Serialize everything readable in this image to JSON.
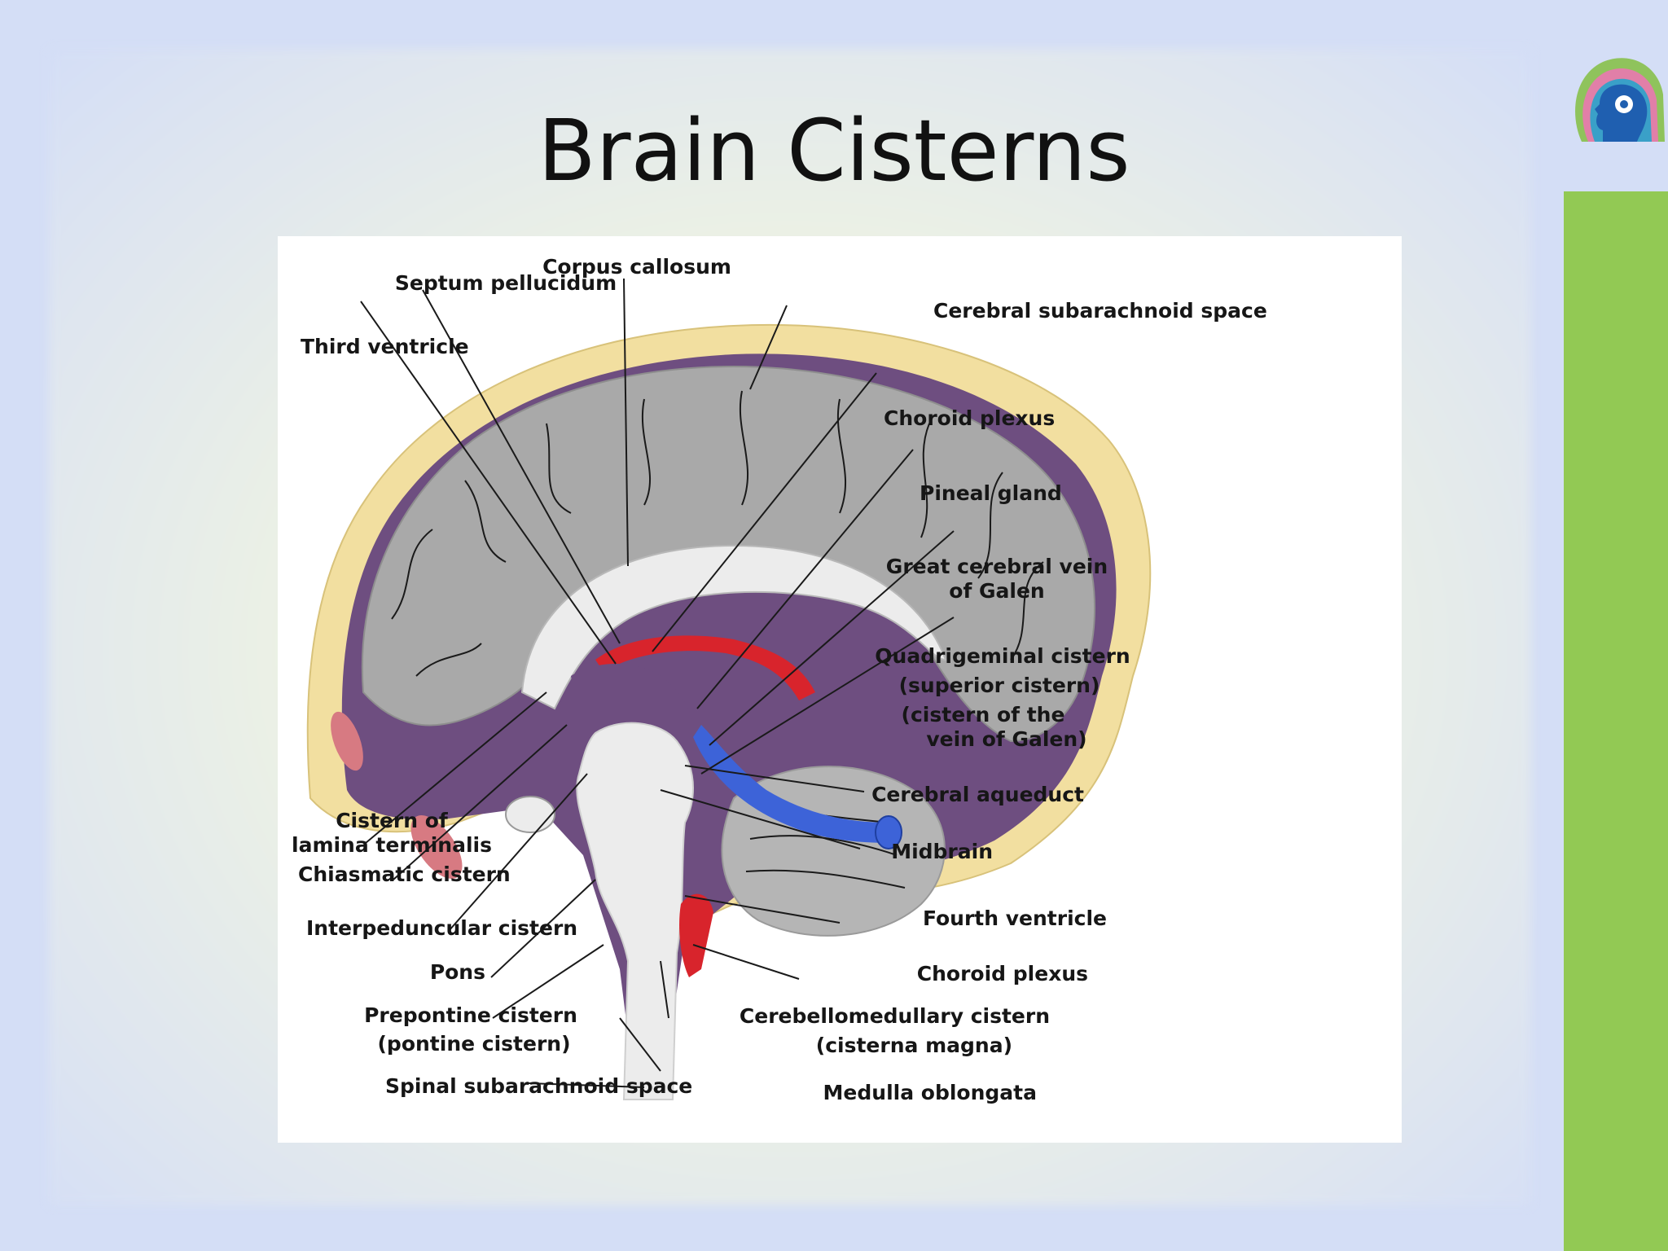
{
  "slide": {
    "title": "Brain Cisterns",
    "accent_color": "#92c954",
    "logo_icon": "head-profile-logo-icon"
  },
  "figure": {
    "labels_top": {
      "septum_pellucidum": "Septum pellucidum",
      "corpus_callosum": "Corpus callosum",
      "third_ventricle": "Third ventricle",
      "cerebral_subarachnoid_space": "Cerebral subarachnoid space"
    },
    "labels_right": {
      "choroid_plexus_upper": "Choroid plexus",
      "pineal_gland": "Pineal gland",
      "great_cerebral_vein_1": "Great cerebral vein",
      "great_cerebral_vein_2": "of Galen",
      "quadrigeminal_1": "Quadrigeminal cistern",
      "quadrigeminal_2": "(superior cistern)",
      "quadrigeminal_3": "(cistern of the",
      "quadrigeminal_4": "vein of Galen)",
      "cerebral_aqueduct": "Cerebral aqueduct",
      "midbrain": "Midbrain",
      "fourth_ventricle": "Fourth ventricle",
      "choroid_plexus_lower": "Choroid plexus",
      "cerebellomedullary_1": "Cerebellomedullary cistern",
      "cerebellomedullary_2": "(cisterna magna)",
      "medulla_oblongata": "Medulla oblongata"
    },
    "labels_left": {
      "lamina_terminalis_1": "Cistern of",
      "lamina_terminalis_2": "lamina terminalis",
      "chiasmatic_cistern": "Chiasmatic cistern",
      "interpeduncular_cistern": "Interpeduncular cistern",
      "pons": "Pons",
      "prepontine_1": "Prepontine cistern",
      "prepontine_2": "(pontine cistern)",
      "spinal_subarachnoid_space": "Spinal subarachnoid space"
    },
    "colors": {
      "skull": "#f2dfa0",
      "subarachnoid": "#6e4e80",
      "brain": "#a9a9a9",
      "white_matter": "#ececec",
      "choroid": "#d8242c",
      "vein": "#3d63d8",
      "sinus": "#d77a82"
    }
  }
}
